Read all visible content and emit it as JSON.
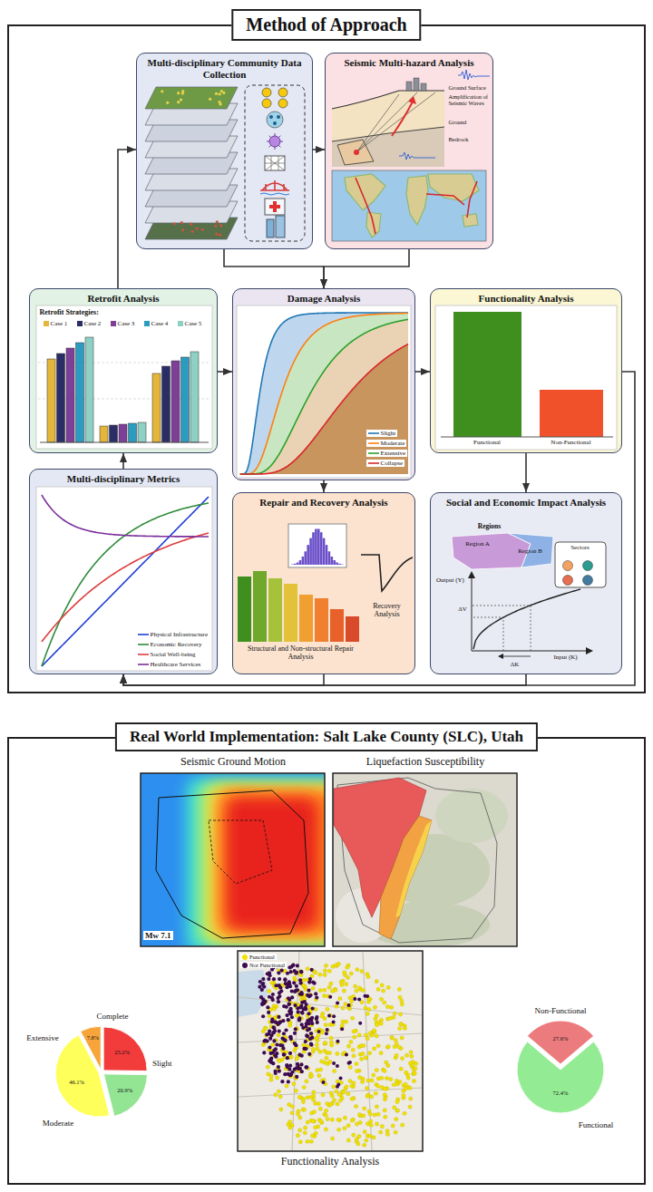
{
  "diagram": {
    "nodes": [
      {
        "text": [
          "Method of Approach"
        ]
      },
      {
        "text": [
          "Multi-disciplinary Community Data Collection"
        ],
        "in": 0
      },
      {
        "text": [
          "Seismic Multi-hazard Analysis"
        ],
        "in": 0
      },
      {
        "text": [
          "Retrofit Analysis"
        ],
        "in": 0
      },
      {
        "text": [
          "Damage Analysis"
        ],
        "in": 0
      },
      {
        "text": [
          "Functionality Analysis"
        ],
        "in": 0
      },
      {
        "text": [
          "Multi-disciplinary Metrics"
        ],
        "in": 0
      },
      {
        "text": [
          "Repair and Recovery Analysis"
        ],
        "in": 0
      },
      {
        "text": [
          "Social and Economic Impact Analysis"
        ],
        "in": 0
      },
      {
        "text": [
          "Real World Implementation: Salt Lake County (SLC), Utah"
        ]
      },
      {
        "text": [
          "Seismic Ground Motion",
          "Mw 7.1"
        ],
        "in": 9
      },
      {
        "text": [
          "Liquefaction Susceptibility"
        ],
        "in": 9
      },
      {
        "text": [
          "Functionality Analysis"
        ],
        "in": 9
      }
    ],
    "edges": [
      {
        "from": 1,
        "to": 2,
        "arrow": "to"
      },
      {
        "from": 1,
        "to": 4,
        "arrow": "to"
      },
      {
        "from": 2,
        "to": 4,
        "arrow": "to"
      },
      {
        "from": 3,
        "to": 1,
        "arrow": "to"
      },
      {
        "from": 3,
        "to": 4,
        "arrow": "to"
      },
      {
        "from": 4,
        "to": 5,
        "arrow": "to"
      },
      {
        "from": 4,
        "to": 7,
        "arrow": "to"
      },
      {
        "from": 5,
        "to": 8,
        "arrow": "to"
      },
      {
        "from": 6,
        "to": 3,
        "arrow": "to"
      },
      {
        "from": 5,
        "to": 6,
        "arrow": "to"
      },
      {
        "from": 7,
        "to": 6,
        "arrow": "to"
      },
      {
        "from": 8,
        "to": 6,
        "arrow": "to"
      }
    ],
    "labels": [
      "Retrofit Strategies:",
      "Functional",
      "Non-Functional",
      "Structural and Non-structural Repair Analysis",
      "Recovery Analysis",
      "Regions",
      "Region A",
      "Region B",
      "Sectors",
      "Output (Y)",
      "Input (K)",
      "ΔV",
      "ΔK",
      "Ground Surface",
      "Amplification of Seismic Waves",
      "Ground",
      "Bedrock",
      "Complete",
      "Extensive",
      "Moderate",
      "Slight",
      "25.2%",
      "7.8%",
      "46.1%",
      "20.9%",
      "Non-Functional",
      "Functional",
      "27.6%",
      "72.4%"
    ],
    "legend": [
      {
        "text": "Case 1",
        "color": "#e3b53a"
      },
      {
        "text": "Case 2",
        "color": "#2b2d66"
      },
      {
        "text": "Case 3",
        "color": "#7e3f98"
      },
      {
        "text": "Case 4",
        "color": "#2b9cc0"
      },
      {
        "text": "Case 5",
        "color": "#8fd0c4"
      },
      {
        "text": "Slight"
      },
      {
        "text": "Moderate"
      },
      {
        "text": "Extensive"
      },
      {
        "text": "Collapse"
      },
      {
        "text": "Physical Infrastructure"
      },
      {
        "text": "Economic Recovery"
      },
      {
        "text": "Social Well-being"
      },
      {
        "text": "Healthcare Services"
      },
      {
        "text": "Functional",
        "color": "#f2e200"
      },
      {
        "text": "Not Functional",
        "color": "#3d0b4f"
      }
    ]
  }
}
